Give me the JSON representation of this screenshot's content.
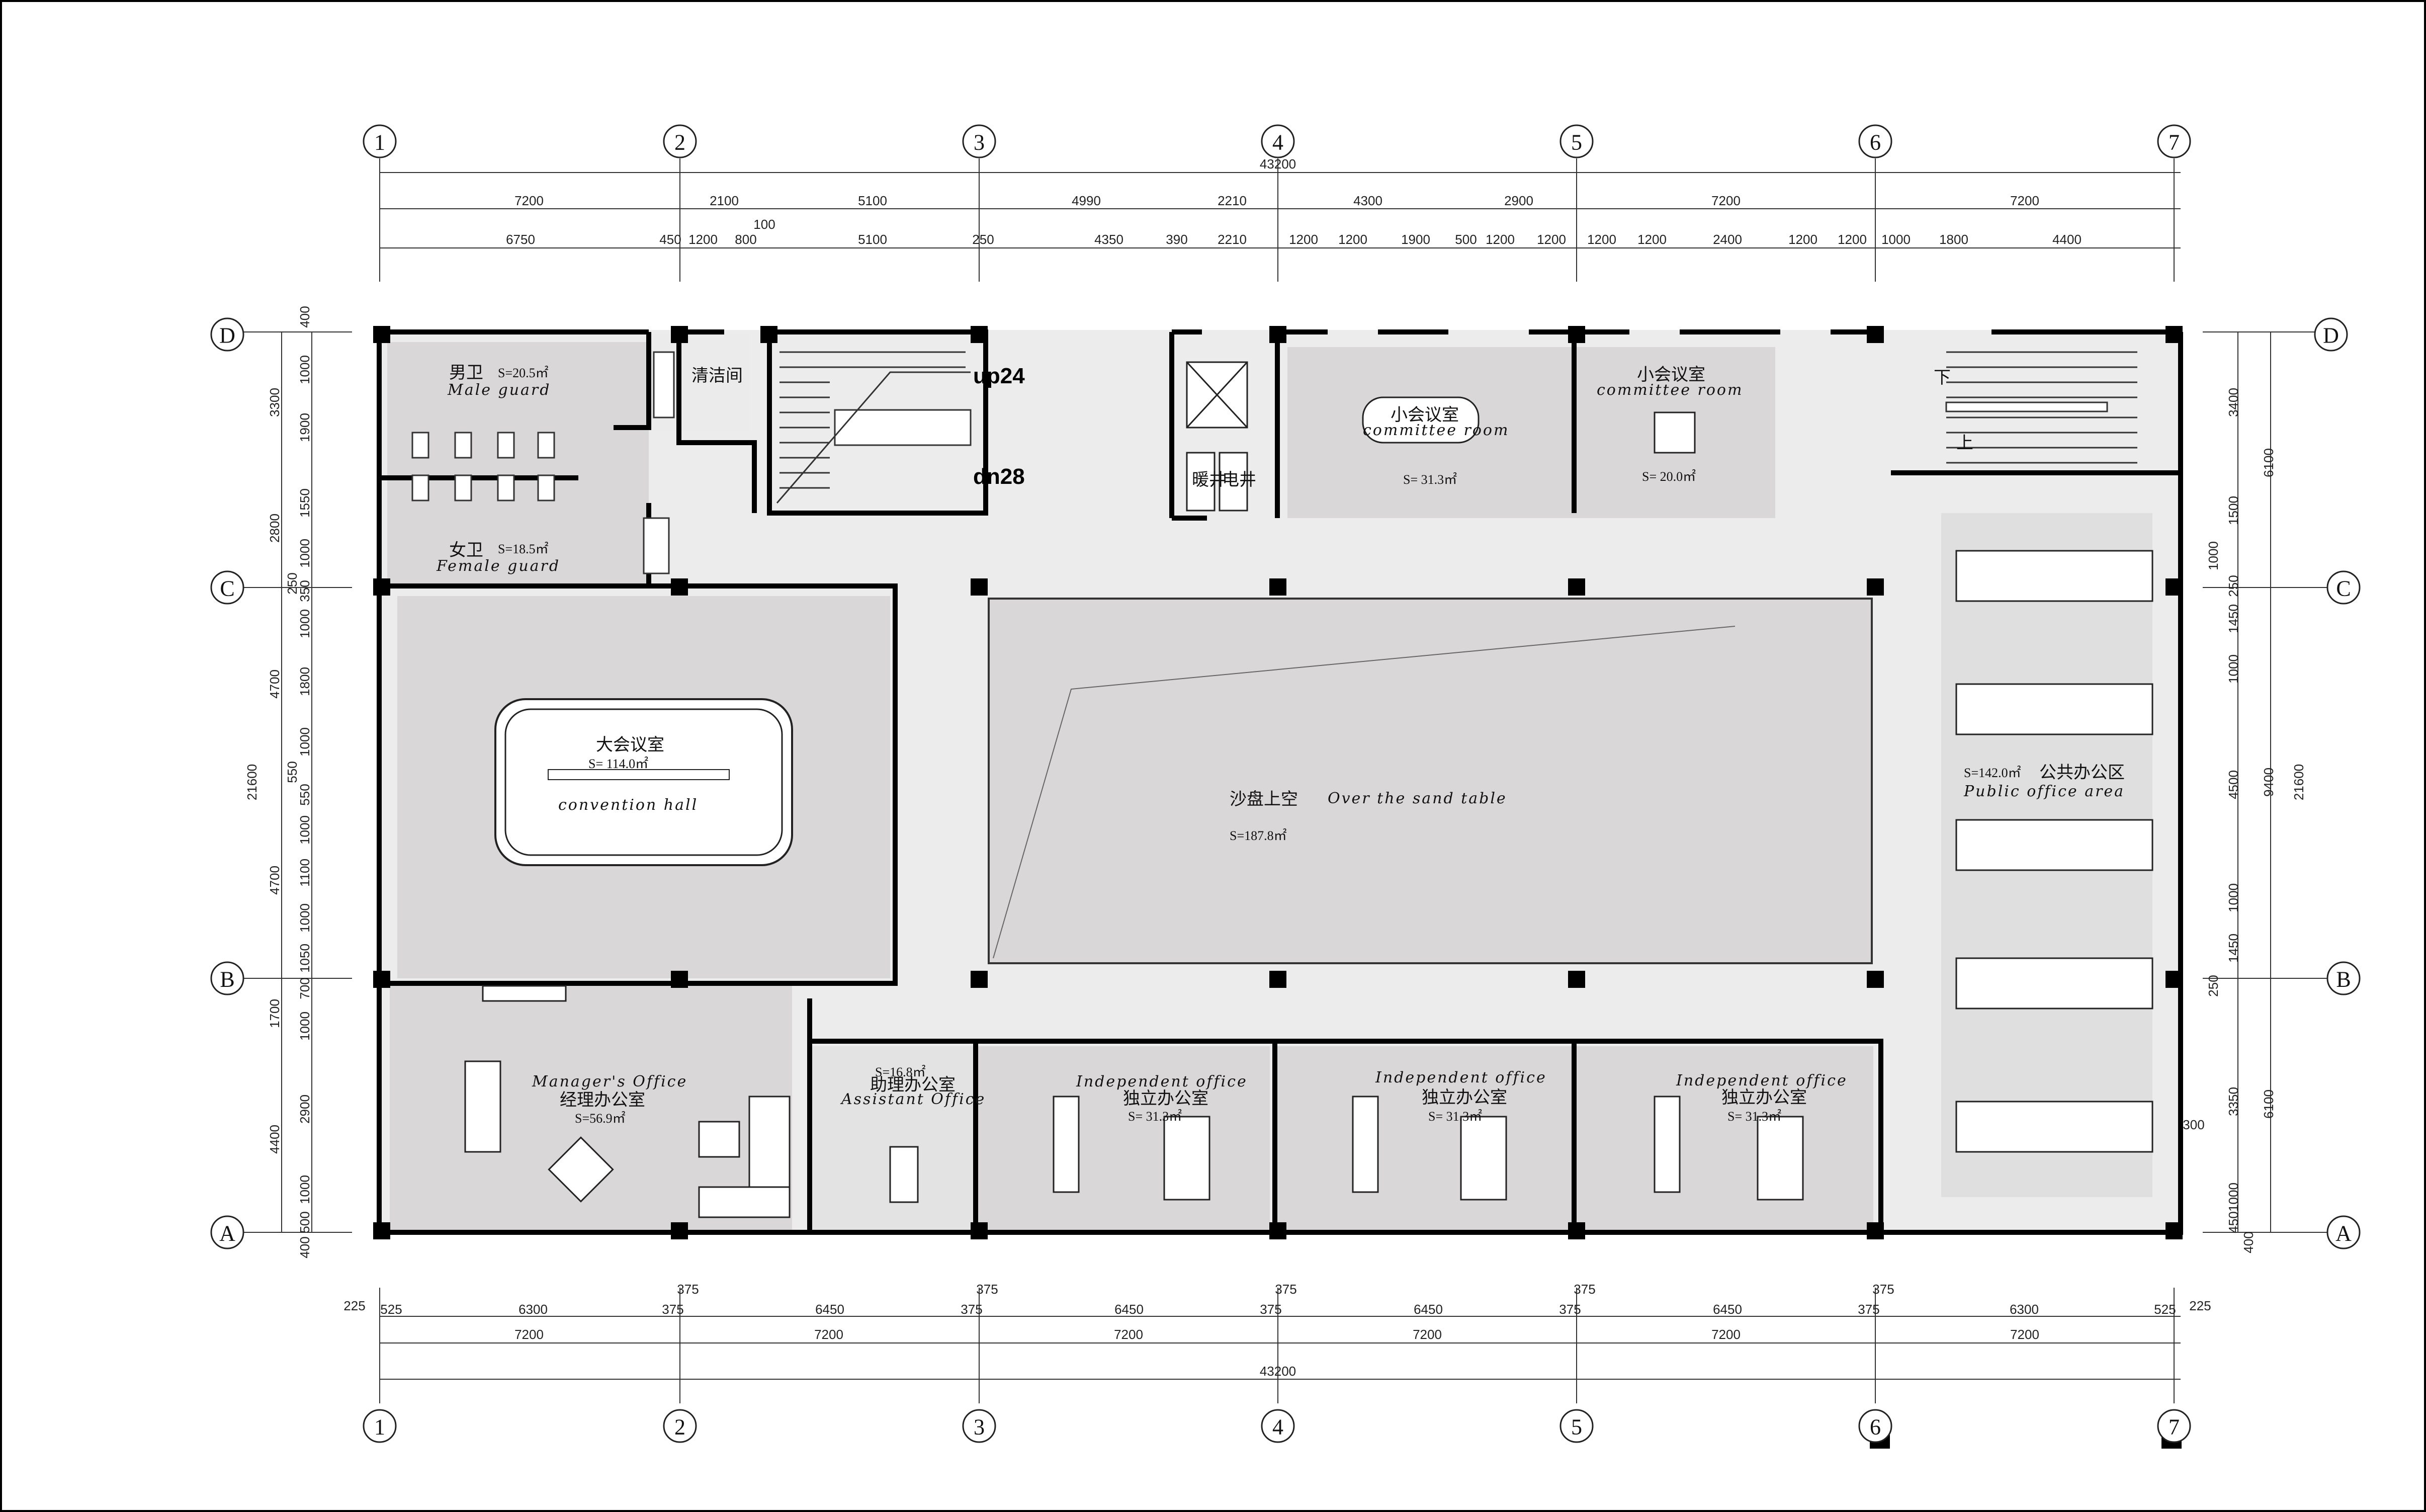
{
  "grid": {
    "columns": [
      "1",
      "2",
      "3",
      "4",
      "5",
      "6",
      "7"
    ],
    "rows": [
      "D",
      "C",
      "B",
      "A"
    ]
  },
  "dims_top": {
    "total": "43200",
    "row1": [
      "7200",
      "2100",
      "5100",
      "4990",
      "2210",
      "4300",
      "2900",
      "7200",
      "7200"
    ],
    "row1_note": "100",
    "row2": [
      "6750",
      "450",
      "1200",
      "800",
      "5100",
      "250",
      "4350",
      "390",
      "2210",
      "1200",
      "1200",
      "1900",
      "500",
      "1200",
      "1200",
      "1200",
      "1200",
      "2400",
      "1200",
      "1200",
      "1000",
      "1800",
      "4400"
    ]
  },
  "dims_bottom": {
    "total": "43200",
    "row_minor": [
      "225",
      "525",
      "6300",
      "375",
      "6450",
      "375",
      "6450",
      "375",
      "6450",
      "375",
      "6450",
      "375",
      "6300",
      "525",
      "225"
    ],
    "row_mid": [
      "375",
      "375",
      "375",
      "375",
      "375"
    ],
    "row_major": [
      "7200",
      "7200",
      "7200",
      "7200",
      "7200",
      "7200"
    ]
  },
  "dims_left": {
    "total": "21600",
    "outer": [
      "3300",
      "2800",
      "4700",
      "4700",
      "1700",
      "4400"
    ],
    "inner": [
      "400",
      "1000",
      "1900",
      "1550",
      "1000",
      "350",
      "250",
      "1000",
      "1800",
      "1000",
      "550",
      "550",
      "1000",
      "1100",
      "1000",
      "1050",
      "700",
      "1000",
      "2900",
      "1000",
      "500",
      "400"
    ]
  },
  "dims_right": {
    "total": "21600",
    "outer": [
      "6100",
      "9400",
      "6100"
    ],
    "inner": [
      "3400",
      "1500",
      "1000",
      "250",
      "1450",
      "1000",
      "4500",
      "1000",
      "1450",
      "250",
      "300",
      "3350",
      "1000",
      "450",
      "400"
    ]
  },
  "rooms": {
    "male_toilet": {
      "cn": "男卫",
      "area": "S=20.5㎡",
      "en": "Male guard"
    },
    "female_toilet": {
      "cn": "女卫",
      "area": "S=18.5㎡",
      "en": "Female guard"
    },
    "cleaning": {
      "cn": "清洁间"
    },
    "stair_up": "up24",
    "stair_down": "dn28",
    "heating_shaft": "暖井",
    "electric_shaft": "电井",
    "small_meeting_1": {
      "cn": "小会议室",
      "en": "committee room",
      "area": "S= 31.3㎡"
    },
    "small_meeting_2": {
      "cn": "小会议室",
      "en": "committee room",
      "area": "S= 20.0㎡"
    },
    "stair2_down": "下",
    "stair2_up": "上",
    "convention": {
      "cn": "大会议室",
      "area": "S= 114.0㎡",
      "en": "convention hall"
    },
    "sand_table": {
      "cn": "沙盘上空",
      "en": "Over the sand table",
      "area": "S=187.8㎡"
    },
    "public_office": {
      "cn": "公共办公区",
      "area": "S=142.0㎡",
      "en": "Public office area"
    },
    "manager": {
      "en": "Manager's Office",
      "cn": "经理办公室",
      "area": "S=56.9㎡"
    },
    "assistant": {
      "area": "S=16.8㎡",
      "cn": "助理办公室",
      "en": "Assistant Office"
    },
    "independent_1": {
      "en": "Independent office",
      "cn": "独立办公室",
      "area": "S= 31.3㎡"
    },
    "independent_2": {
      "en": "Independent office",
      "cn": "独立办公室",
      "area": "S= 31.3㎡"
    },
    "independent_3": {
      "en": "Independent office",
      "cn": "独立办公室",
      "area": "S= 31.3㎡"
    }
  },
  "colors": {
    "floor": "#d9d7d8",
    "corridor": "#ececec",
    "wall": "#000000",
    "line": "#333333"
  }
}
